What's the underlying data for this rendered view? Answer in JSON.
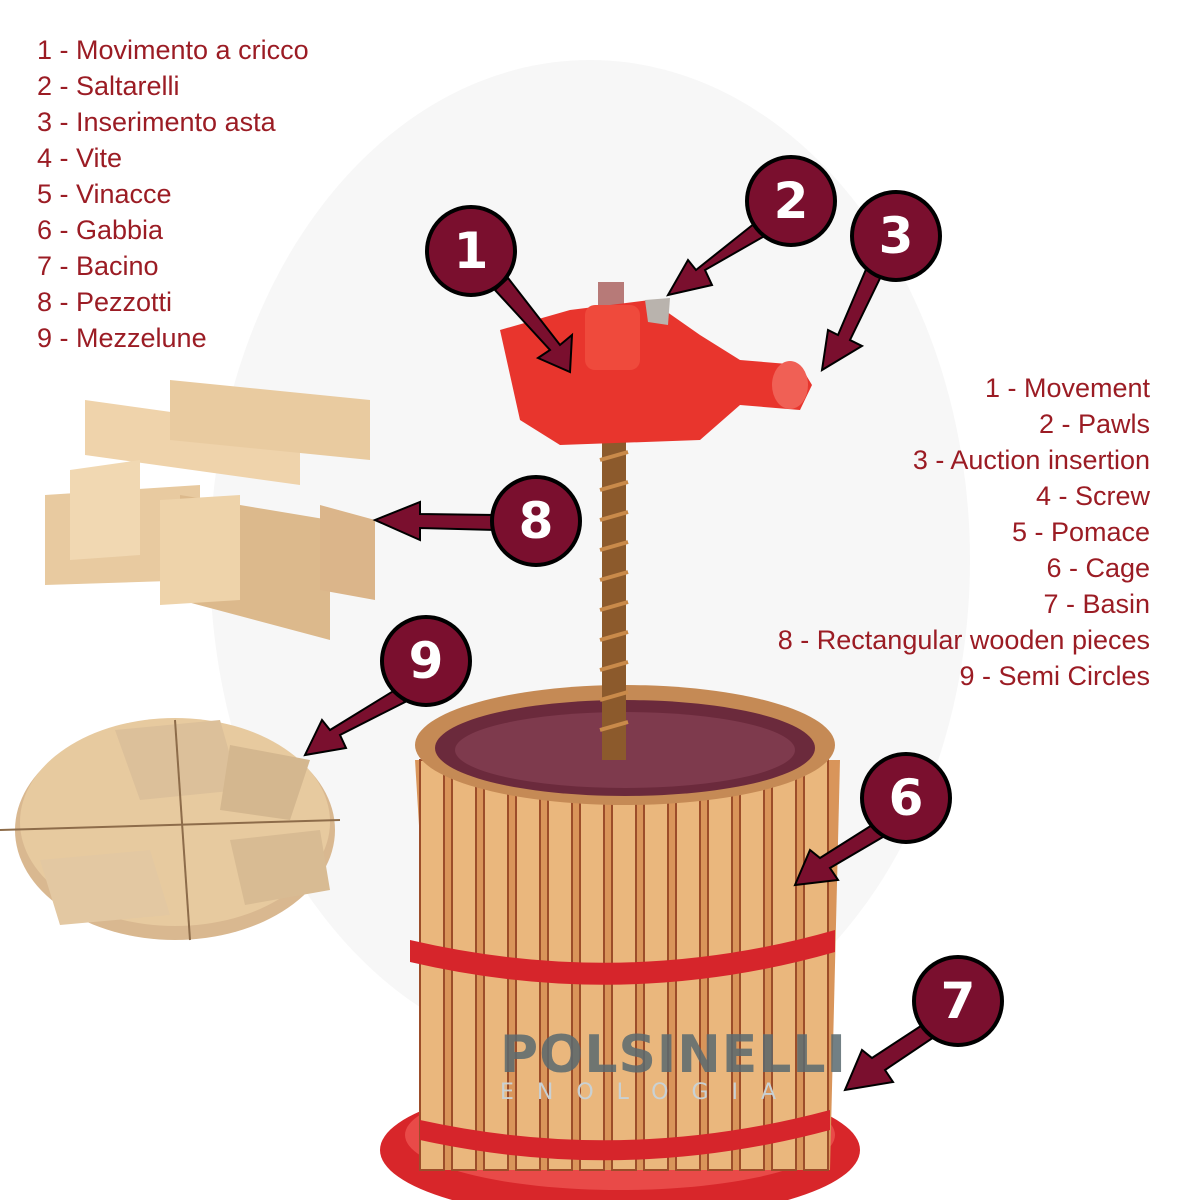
{
  "legend_italian": [
    "1 - Movimento a cricco",
    "2 - Saltarelli",
    "3 - Inserimento asta",
    "4 - Vite",
    "5 - Vinacce",
    "6 - Gabbia",
    "7 - Bacino",
    "8 - Pezzotti",
    "9 - Mezzelune"
  ],
  "legend_english": [
    "1 - Movement",
    "2 - Pawls",
    "3 - Auction insertion",
    "4 - Screw",
    "5 - Pomace",
    "6 - Cage",
    "7 - Basin",
    "8 - Rectangular wooden pieces",
    "9 - Semi Circles"
  ],
  "callouts": {
    "c1": "1",
    "c2": "2",
    "c3": "3",
    "c6": "6",
    "c7": "7",
    "c8": "8",
    "c9": "9"
  },
  "brand": {
    "name": "POLSINELLI",
    "sub": "ENOLOGIA"
  },
  "colors": {
    "label_text": "#9b1c24",
    "badge_fill": "#7a0f2e",
    "press_red": "#e0322b",
    "wood": "#e8b57a"
  }
}
